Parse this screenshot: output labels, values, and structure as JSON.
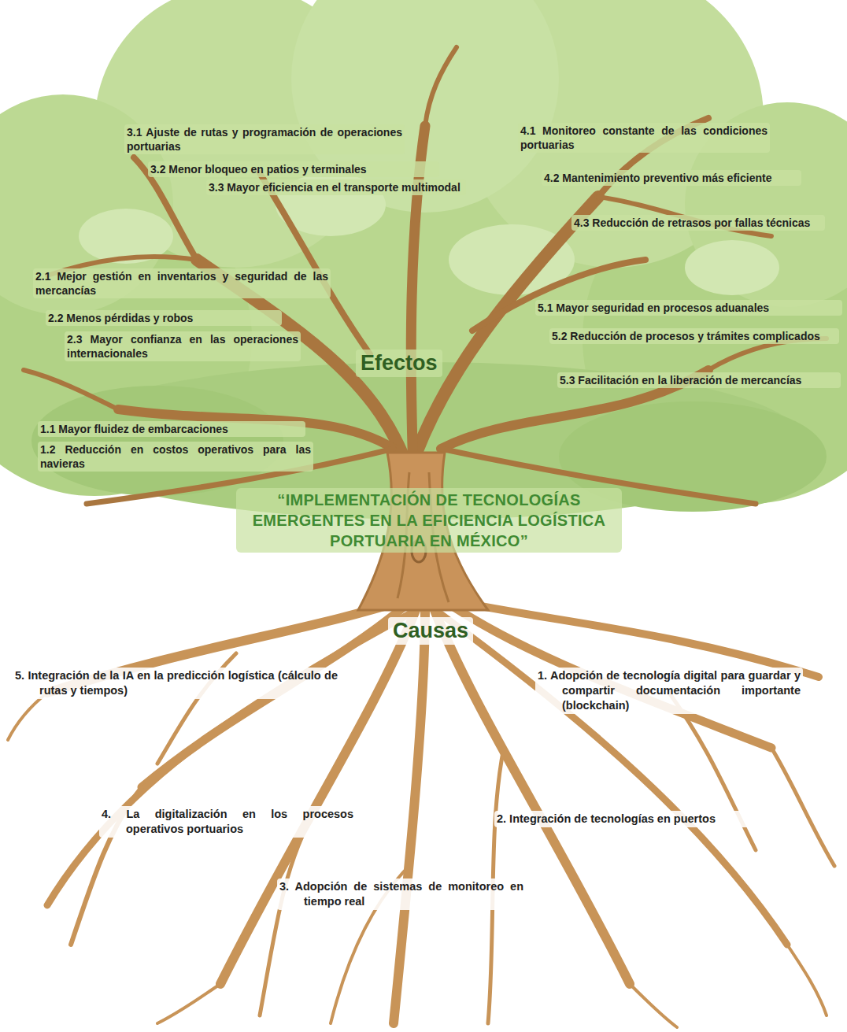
{
  "diagram": {
    "title": "“IMPLEMENTACIÓN DE TECNOLOGÍAS EMERGENTES EN LA EFICIENCIA LOGÍSTICA PORTUARIA EN MÉXICO”",
    "labels": [
      "3.1 Ajuste de rutas y programación de operaciones portuarias",
      "3.2 Menor bloqueo en patios y terminales",
      "3.3 Mayor eficiencia en el transporte multimodal",
      "4.1 Monitoreo constante de las condiciones portuarias",
      "4.2 Mantenimiento preventivo más eficiente",
      "4.3 Reducción de retrasos por fallas técnicas",
      "2.1 Mejor gestión en inventarios y seguridad de las mercancías",
      "2.2 Menos pérdidas y robos",
      "2.3 Mayor confianza en las operaciones internacionales",
      "Efectos",
      "5.1 Mayor seguridad en procesos aduanales",
      "5.2 Reducción de procesos y trámites complicados",
      "5.3 Facilitación en la liberación de mercancías",
      "1.1 Mayor fluidez de embarcaciones",
      "1.2 Reducción en costos operativos para las navieras",
      "Causas",
      "5. Integración de la IA en la predicción logística (cálculo de rutas y tiempos)",
      "1. Adopción de tecnología digital para guardar y compartir documentación importante (blockchain)",
      "4. La digitalización en los procesos operativos portuarios",
      "2. Integración de tecnologías en puertos",
      "3. Adopción de sistemas de monitoreo en tiempo real"
    ]
  }
}
